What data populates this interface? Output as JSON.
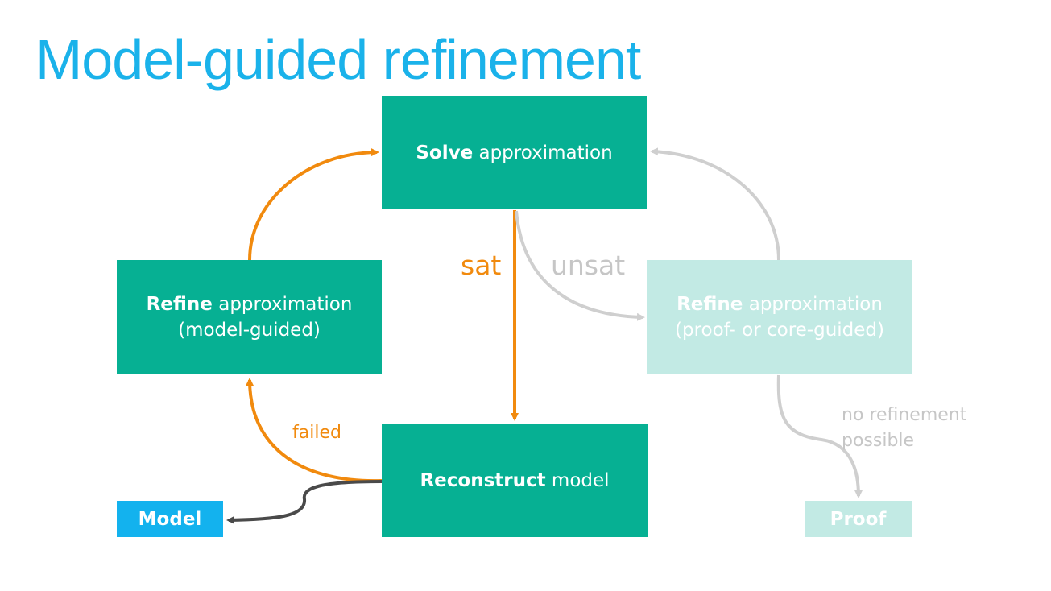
{
  "slide": {
    "title": "Model-guided refinement"
  },
  "boxes": {
    "solve": {
      "bold": "Solve",
      "rest": " approximation"
    },
    "refine_model": {
      "bold": "Refine",
      "rest": " approximation",
      "line2": "(model-guided)"
    },
    "refine_proof": {
      "bold": "Refine",
      "rest": " approximation",
      "line2": "(proof- or core-guided)"
    },
    "reconstruct": {
      "bold": "Reconstruct",
      "rest": " model"
    },
    "model": {
      "bold": "Model"
    },
    "proof": {
      "bold": "Proof"
    }
  },
  "edge_labels": {
    "sat": "sat",
    "unsat": "unsat",
    "failed": "failed",
    "no_refinement_line1": "no refinement",
    "no_refinement_line2": "possible"
  },
  "colors": {
    "title": "#1ab2ea",
    "active_box": "#06b093",
    "faded_box": "#c2eae4",
    "model_box": "#13b2ee",
    "active_arrow": "#f18a0e",
    "faded_arrow": "#cfcfcf",
    "output_arrow": "#4a4a4a"
  }
}
